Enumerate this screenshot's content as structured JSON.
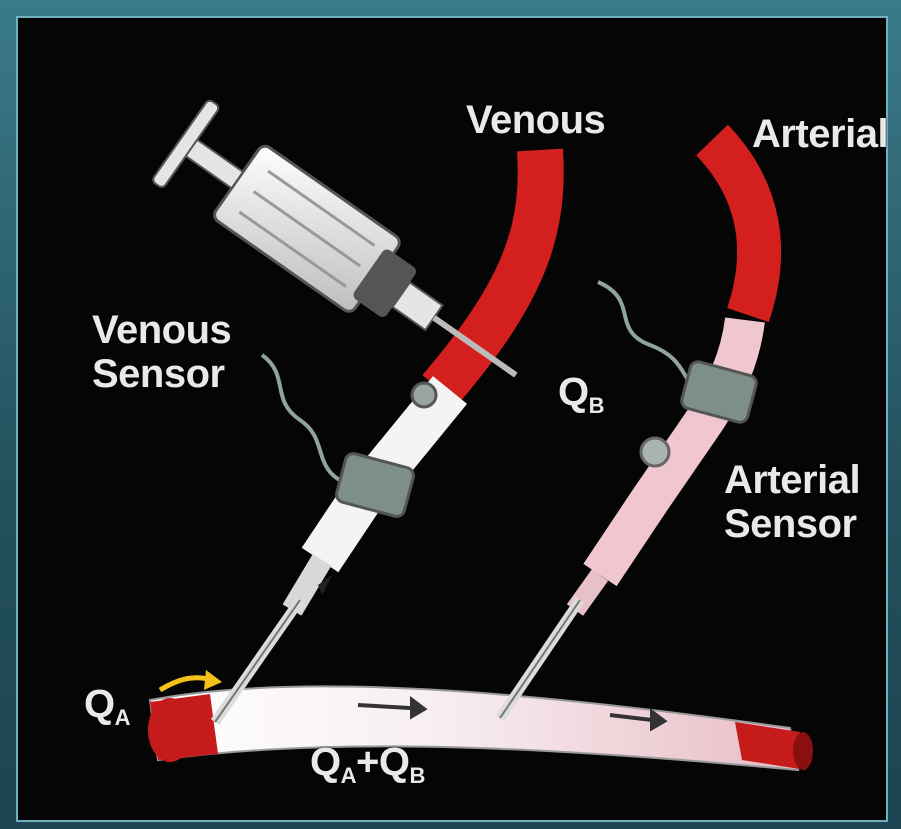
{
  "labels": {
    "venous": "Venous",
    "arterial": "Arterial",
    "venous_sensor_line1": "Venous",
    "venous_sensor_line2": "Sensor",
    "arterial_sensor_line1": "Arterial",
    "arterial_sensor_line2": "Sensor",
    "qb_main": "Q",
    "qb_sub": "B",
    "qa_main": "Q",
    "qa_sub": "A",
    "sum_q1": "Q",
    "sum_a": "A",
    "sum_plus": "+Q",
    "sum_b": "B"
  },
  "colors": {
    "blood_red": "#d41f1f",
    "vessel_pink": "#f1d6dc",
    "background": "#050505",
    "frame": "#3a7a8a",
    "arrow_yellow": "#f2c21a"
  },
  "icons": [
    "syringe-icon",
    "venous-sensor-clip-icon",
    "arterial-sensor-clip-icon",
    "flow-arrow-icon"
  ]
}
